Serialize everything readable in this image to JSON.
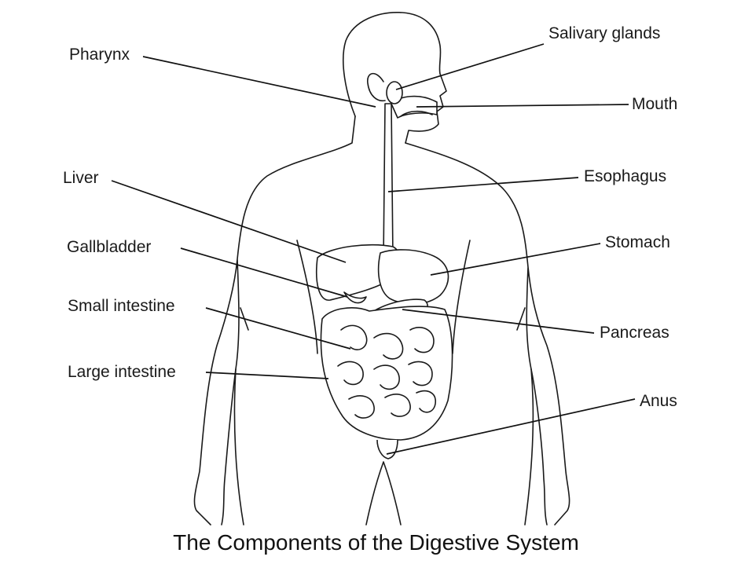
{
  "title": "The Components of the Digestive System",
  "labels": {
    "pharynx": "Pharynx",
    "salivary_glands": "Salivary glands",
    "mouth": "Mouth",
    "liver": "Liver",
    "esophagus": "Esophagus",
    "gallbladder": "Gallbladder",
    "stomach": "Stomach",
    "small_intestine": "Small intestine",
    "pancreas": "Pancreas",
    "large_intestine": "Large intestine",
    "anus": "Anus"
  }
}
